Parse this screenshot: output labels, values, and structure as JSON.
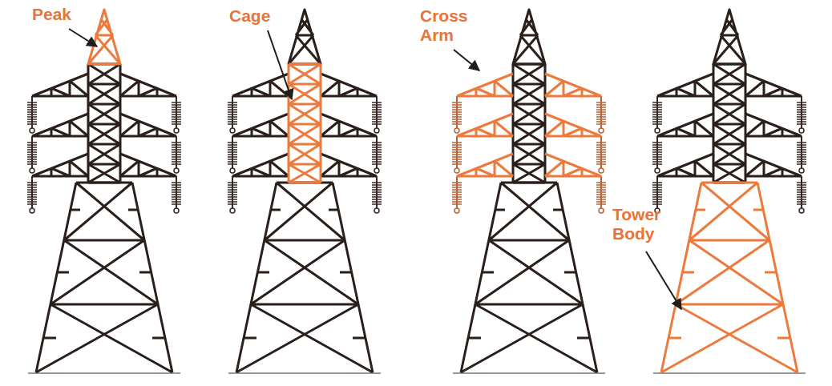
{
  "diagram": {
    "labels": [
      "Peak",
      "Cage",
      "Cross Arm",
      "Tower Body"
    ]
  }
}
